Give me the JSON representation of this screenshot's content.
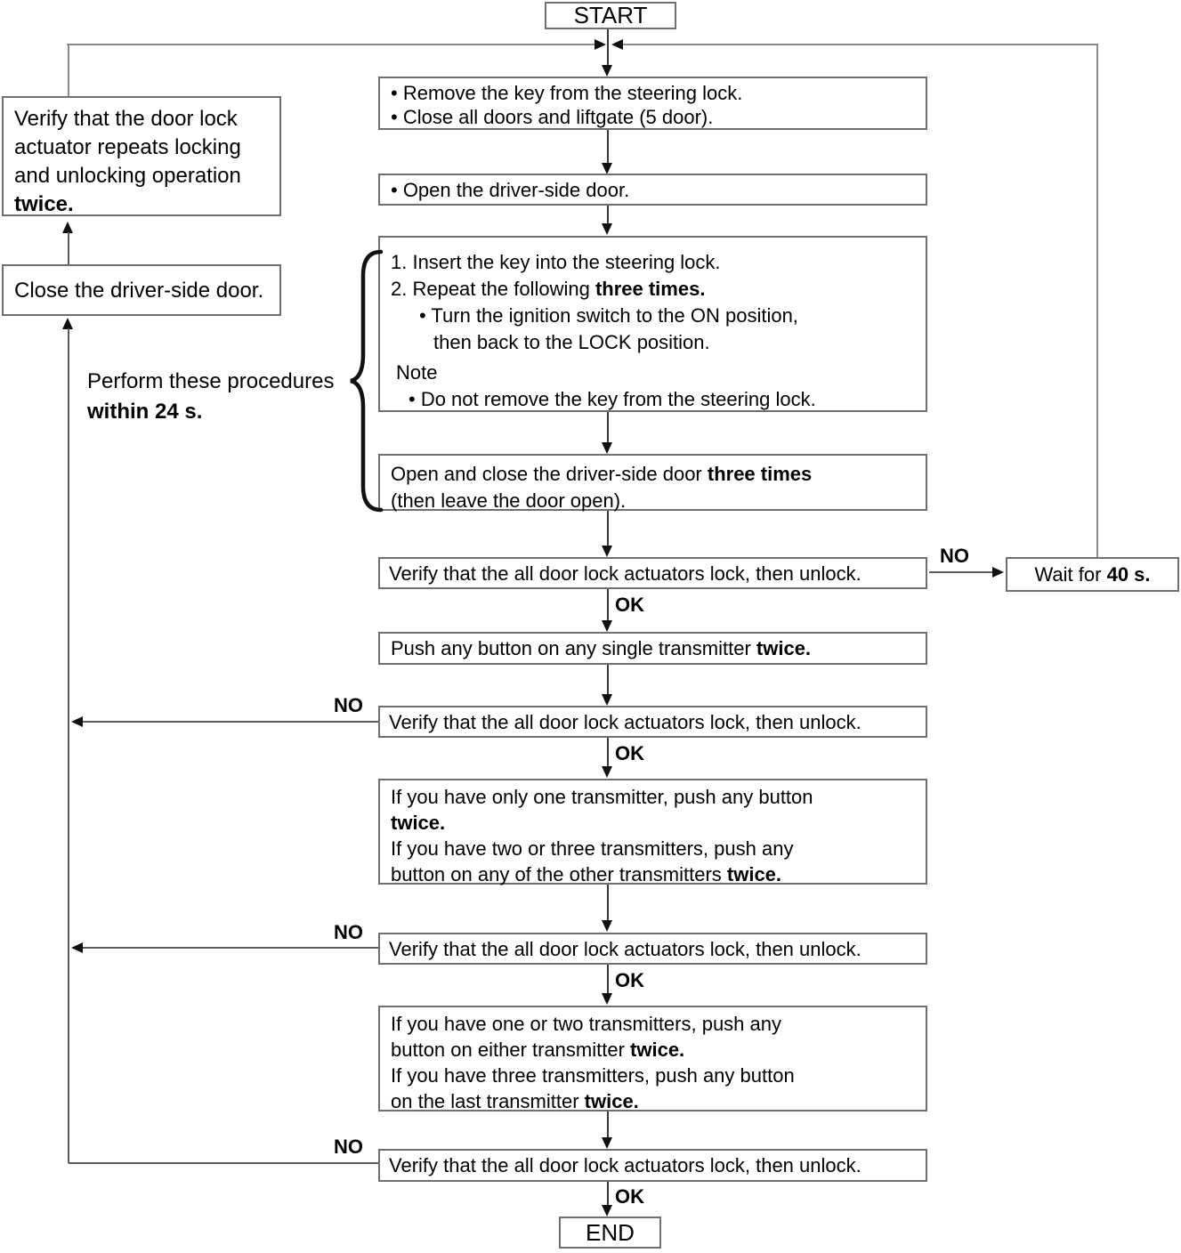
{
  "labels": {
    "ok": "OK",
    "no": "NO"
  },
  "left_panel": {
    "verify_repeat": {
      "l1": "Verify that the door lock",
      "l2": "actuator repeats locking",
      "l3": "and unlocking operation",
      "l4_bold": "twice."
    },
    "close_door": "Close the driver-side door.",
    "perform": {
      "l1": "Perform these procedures",
      "l2_bold": "within 24 s."
    }
  },
  "main": {
    "start": "START",
    "prepare": {
      "b1": "• Remove the key from  the steering lock.",
      "b2": "• Close all doors and liftgate (5 door)."
    },
    "open_door": "• Open the driver-side door.",
    "ignition": {
      "n1": "1. Insert the key into the steering lock.",
      "n2a": "2. Repeat the following ",
      "n2b": "three times.",
      "s1": "• Turn the ignition switch to the ON position,",
      "s2": "then back to the LOCK position.",
      "note": "Note",
      "nb": "• Do not remove the key from the steering lock."
    },
    "open_close": {
      "a": "Open and close the driver-side door ",
      "b": "three times",
      "c": "(then leave the door open)."
    },
    "verify_all": "Verify that the all door lock actuators lock, then unlock.",
    "wait": {
      "a": "Wait for ",
      "b": "40 s."
    },
    "push_single": {
      "a": "Push any button on any single transmitter ",
      "b": "twice."
    },
    "second_transmitter": {
      "l1": "If you have only one transmitter, push any button",
      "l2_bold": "twice.",
      "l3": "If you have two or three transmitters, push any",
      "l4a": "button on any of the other transmitters ",
      "l4b": "twice."
    },
    "third_transmitter": {
      "l1": "If you have one or two transmitters, push any",
      "l2a": "button on either transmitter ",
      "l2b": "twice.",
      "l3": "If you have three transmitters, push any button",
      "l4a": "on the last transmitter ",
      "l4b": "twice."
    },
    "end": "END"
  },
  "colors": {
    "line_gray": "#8a8a8a",
    "connector_dark": "#3a3a3a",
    "box_border": "#6f6f6f",
    "text": "#000000"
  }
}
